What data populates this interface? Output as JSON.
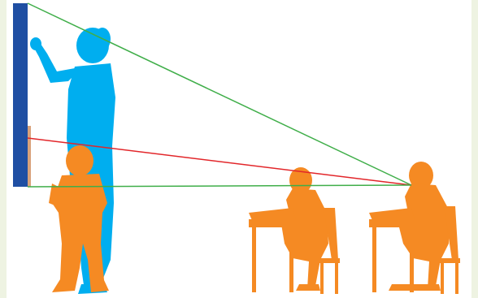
{
  "scene": {
    "colors": {
      "background_frame": "#eef3e2",
      "canvas": "#ffffff",
      "board": "#1f4fa3",
      "board_edge": "#d9a27a",
      "teacher": "#00aeef",
      "child": "#f58a23",
      "sightline_top": "#3fae49",
      "sightline_bottom": "#3fae49",
      "sightline_middle": "#e2262a"
    },
    "figures": [
      "teacher-silhouette",
      "standing-child-silhouette",
      "seated-student-1",
      "seated-student-2"
    ],
    "sightlines": [
      "top-of-board",
      "child-eye-level",
      "bottom-of-board"
    ]
  }
}
